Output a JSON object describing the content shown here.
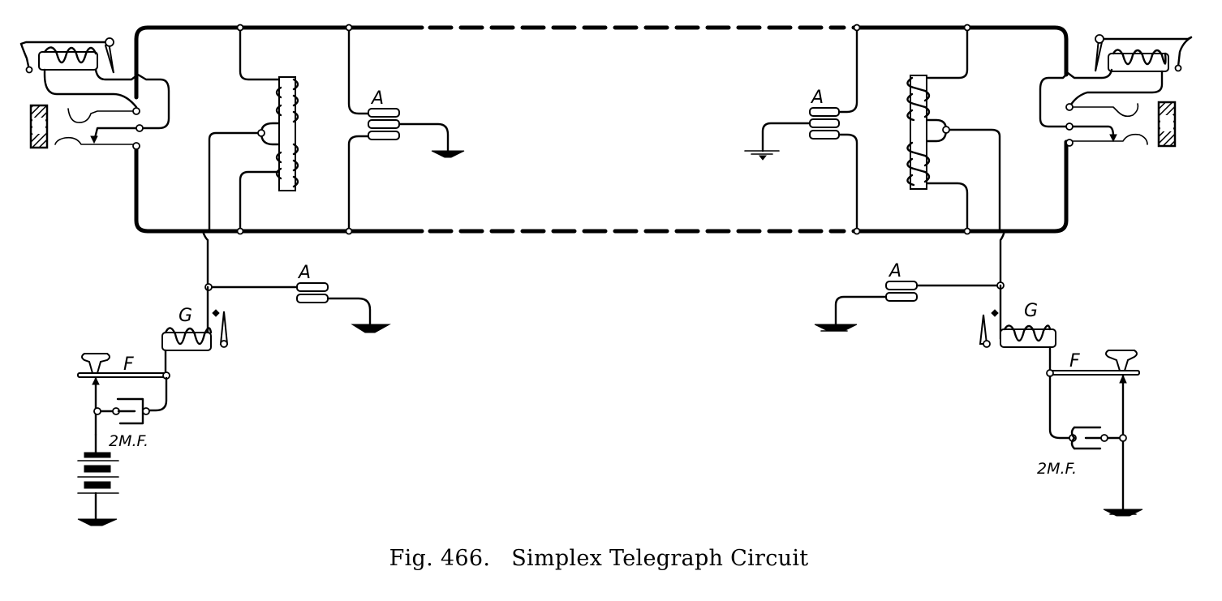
{
  "figure": {
    "number": "Fig. 466.",
    "title": "Simplex Telegraph Circuit"
  },
  "labels": {
    "condenser": "A",
    "galvanometer": "G",
    "key": "F",
    "condenser_capacity": "2M.F."
  },
  "stations": [
    {
      "side": "left",
      "components": [
        "sounder",
        "relay-contacts",
        "polarized-relay",
        "differential-relay",
        "condenser-A",
        "ground",
        "galvanometer-G",
        "key-F",
        "condenser-2MF",
        "battery",
        "ground"
      ]
    },
    {
      "side": "right",
      "components": [
        "sounder",
        "relay-contacts",
        "polarized-relay",
        "differential-relay",
        "condenser-A",
        "ground",
        "galvanometer-G",
        "key-F",
        "condenser-2MF",
        "ground"
      ]
    }
  ],
  "line": {
    "segment": "dashed",
    "meaning": "long line between stations"
  }
}
